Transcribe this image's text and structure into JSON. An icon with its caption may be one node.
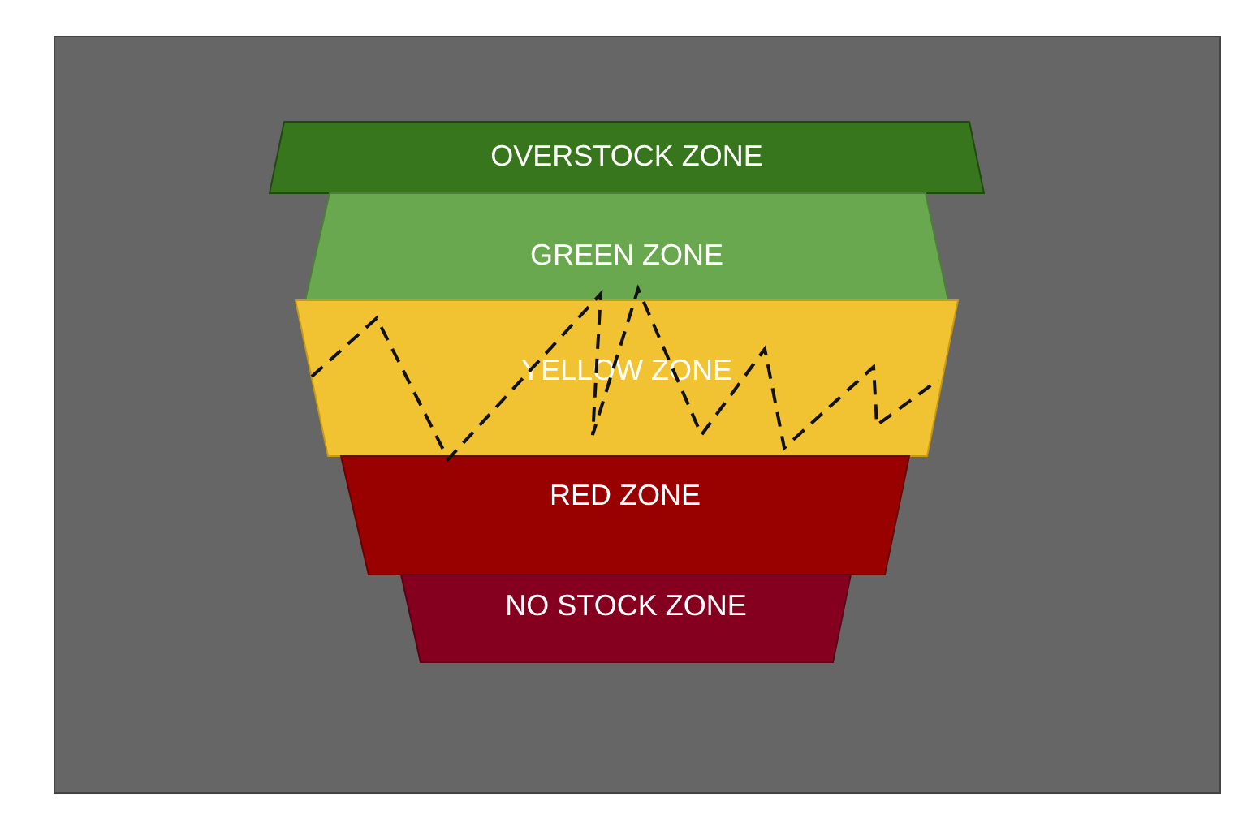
{
  "diagram": {
    "nodes": [
      {
        "text": [
          "OVERSTOCK ZONE"
        ]
      },
      {
        "text": [
          "GREEN ZONE"
        ]
      },
      {
        "text": [
          "YELLOW ZONE"
        ]
      },
      {
        "text": [
          "RED ZONE"
        ]
      },
      {
        "text": [
          "NO STOCK ZONE"
        ]
      }
    ]
  }
}
